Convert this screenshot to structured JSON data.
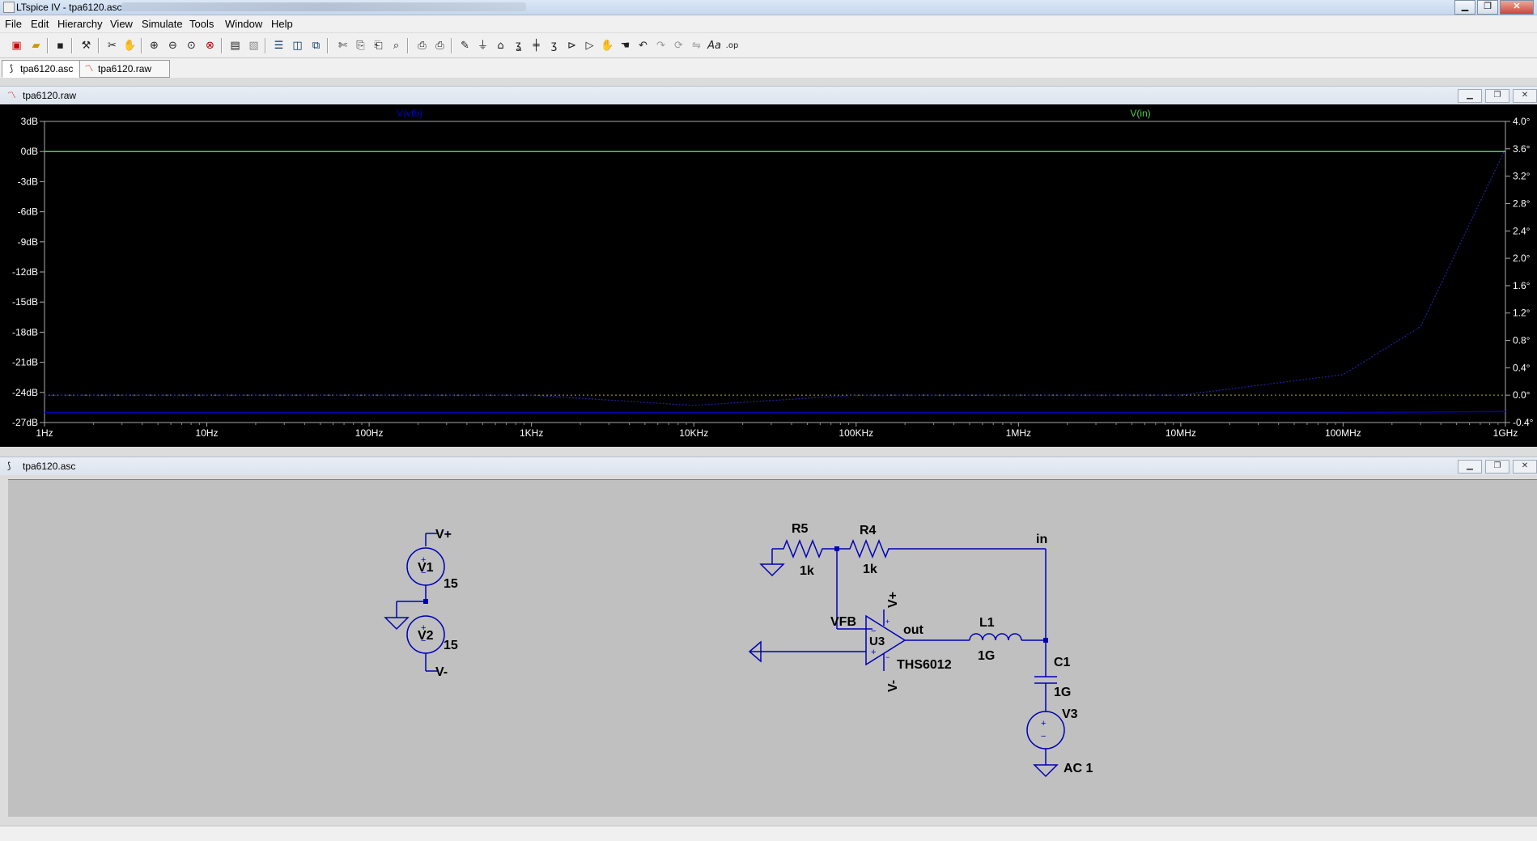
{
  "window": {
    "title": "LTspice IV - tpa6120.asc",
    "minimize": "▁",
    "maximize": "❐",
    "close": "✕"
  },
  "menu": [
    "File",
    "Edit",
    "Hierarchy",
    "View",
    "Simulate",
    "Tools",
    "Window",
    "Help"
  ],
  "toolbar_icons": [
    "new-schematic",
    "open",
    "save",
    "control-panel",
    "run",
    "halt",
    "zoom-in",
    "zoom-out",
    "zoom-fit",
    "zoom-cancel",
    "autorange",
    "mark-sweeps",
    "tile-horizontal",
    "tile-vertical",
    "cascade",
    "cut",
    "copy",
    "paste",
    "find",
    "print-preview",
    "print",
    "wire",
    "ground",
    "label-net",
    "resistor",
    "capacitor",
    "inductor",
    "diode",
    "component",
    "move",
    "drag",
    "undo",
    "redo",
    "rotate",
    "mirror",
    "text",
    "spice-directive"
  ],
  "tabs": [
    {
      "label": "tpa6120.asc",
      "active": true
    },
    {
      "label": "tpa6120.raw",
      "active": false
    }
  ],
  "plot_window": {
    "title": "tpa6120.raw"
  },
  "schematic_window": {
    "title": "tpa6120.asc"
  },
  "chart_data": {
    "type": "line",
    "series": [
      {
        "name": "V(vfb)",
        "color": "#0000aa",
        "x": [
          "1Hz",
          "10Hz",
          "100Hz",
          "1KHz",
          "10KHz",
          "100KHz",
          "1MHz",
          "10MHz",
          "100MHz",
          "1GHz"
        ],
        "values_db": [
          -26.0,
          -26.0,
          -26.0,
          -26.0,
          -26.0,
          -26.0,
          -26.0,
          -26.0,
          -26.0,
          -25.9
        ]
      },
      {
        "name": "V(in)",
        "color": "#55cc55",
        "x": [
          "1Hz",
          "10Hz",
          "100Hz",
          "1KHz",
          "10KHz",
          "100KHz",
          "1MHz",
          "10MHz",
          "100MHz",
          "1GHz"
        ],
        "values_db": [
          0,
          0,
          0,
          0,
          0,
          0,
          0,
          0,
          0,
          0
        ]
      }
    ],
    "phase_series": {
      "name": "V(vfb) phase",
      "x": [
        "1Hz",
        "1KHz",
        "10KHz",
        "100KHz",
        "10MHz",
        "100MHz",
        "300MHz",
        "1GHz"
      ],
      "values_deg": [
        0,
        0,
        -0.15,
        0,
        0,
        0.3,
        1.0,
        3.6
      ]
    },
    "x_ticks": [
      "1Hz",
      "10Hz",
      "100Hz",
      "1KHz",
      "10KHz",
      "100KHz",
      "1MHz",
      "10MHz",
      "100MHz",
      "1GHz"
    ],
    "y_left_ticks": [
      "3dB",
      "0dB",
      "-3dB",
      "-6dB",
      "-9dB",
      "-12dB",
      "-15dB",
      "-18dB",
      "-21dB",
      "-24dB",
      "-27dB"
    ],
    "y_right_ticks": [
      "4.0°",
      "3.6°",
      "3.2°",
      "2.8°",
      "2.4°",
      "2.0°",
      "1.6°",
      "1.2°",
      "0.8°",
      "0.4°",
      "0.0°",
      "-0.4°"
    ],
    "ylim_db": [
      -27,
      3
    ],
    "ylim_deg": [
      -0.4,
      4.0
    ],
    "xscale": "log",
    "grid": false
  },
  "schematic": {
    "labels": {
      "r5": "R5",
      "r5v": "1k",
      "r4": "R4",
      "r4v": "1k",
      "in": "in",
      "vp_src": "V+",
      "v1": "V1",
      "v1v": "15",
      "v2": "V2",
      "v2v": "15",
      "vm_src": "V-",
      "vfb": "VFB",
      "out": "out",
      "u3": "U3",
      "u3v": "THS6012",
      "vp_op": "V+",
      "vm_op": "V-",
      "l1": "L1",
      "l1v": "1G",
      "c1": "C1",
      "c1v": "1G",
      "v3": "V3",
      "v3v": "AC 1"
    }
  }
}
